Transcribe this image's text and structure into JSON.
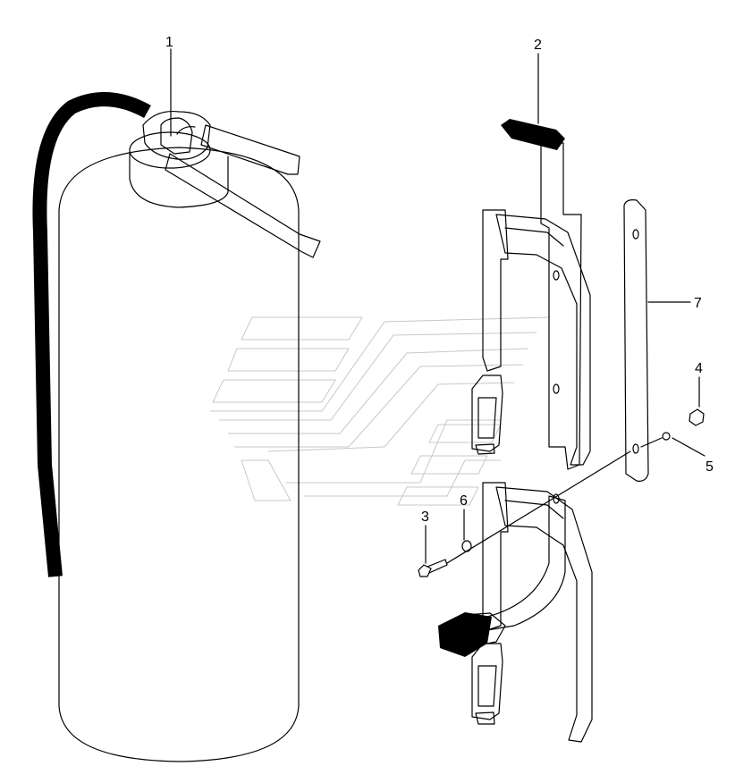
{
  "diagram": {
    "type": "exploded-parts-view",
    "callouts": [
      {
        "id": "callout-1",
        "label": "1"
      },
      {
        "id": "callout-2",
        "label": "2"
      },
      {
        "id": "callout-3",
        "label": "3"
      },
      {
        "id": "callout-4",
        "label": "4"
      },
      {
        "id": "callout-5",
        "label": "5"
      },
      {
        "id": "callout-6",
        "label": "6"
      },
      {
        "id": "callout-7",
        "label": "7"
      }
    ]
  },
  "colors": {
    "line": "#000000",
    "fill": "#ffffff",
    "watermark": "#c8c8c8",
    "hose": "#000000"
  }
}
